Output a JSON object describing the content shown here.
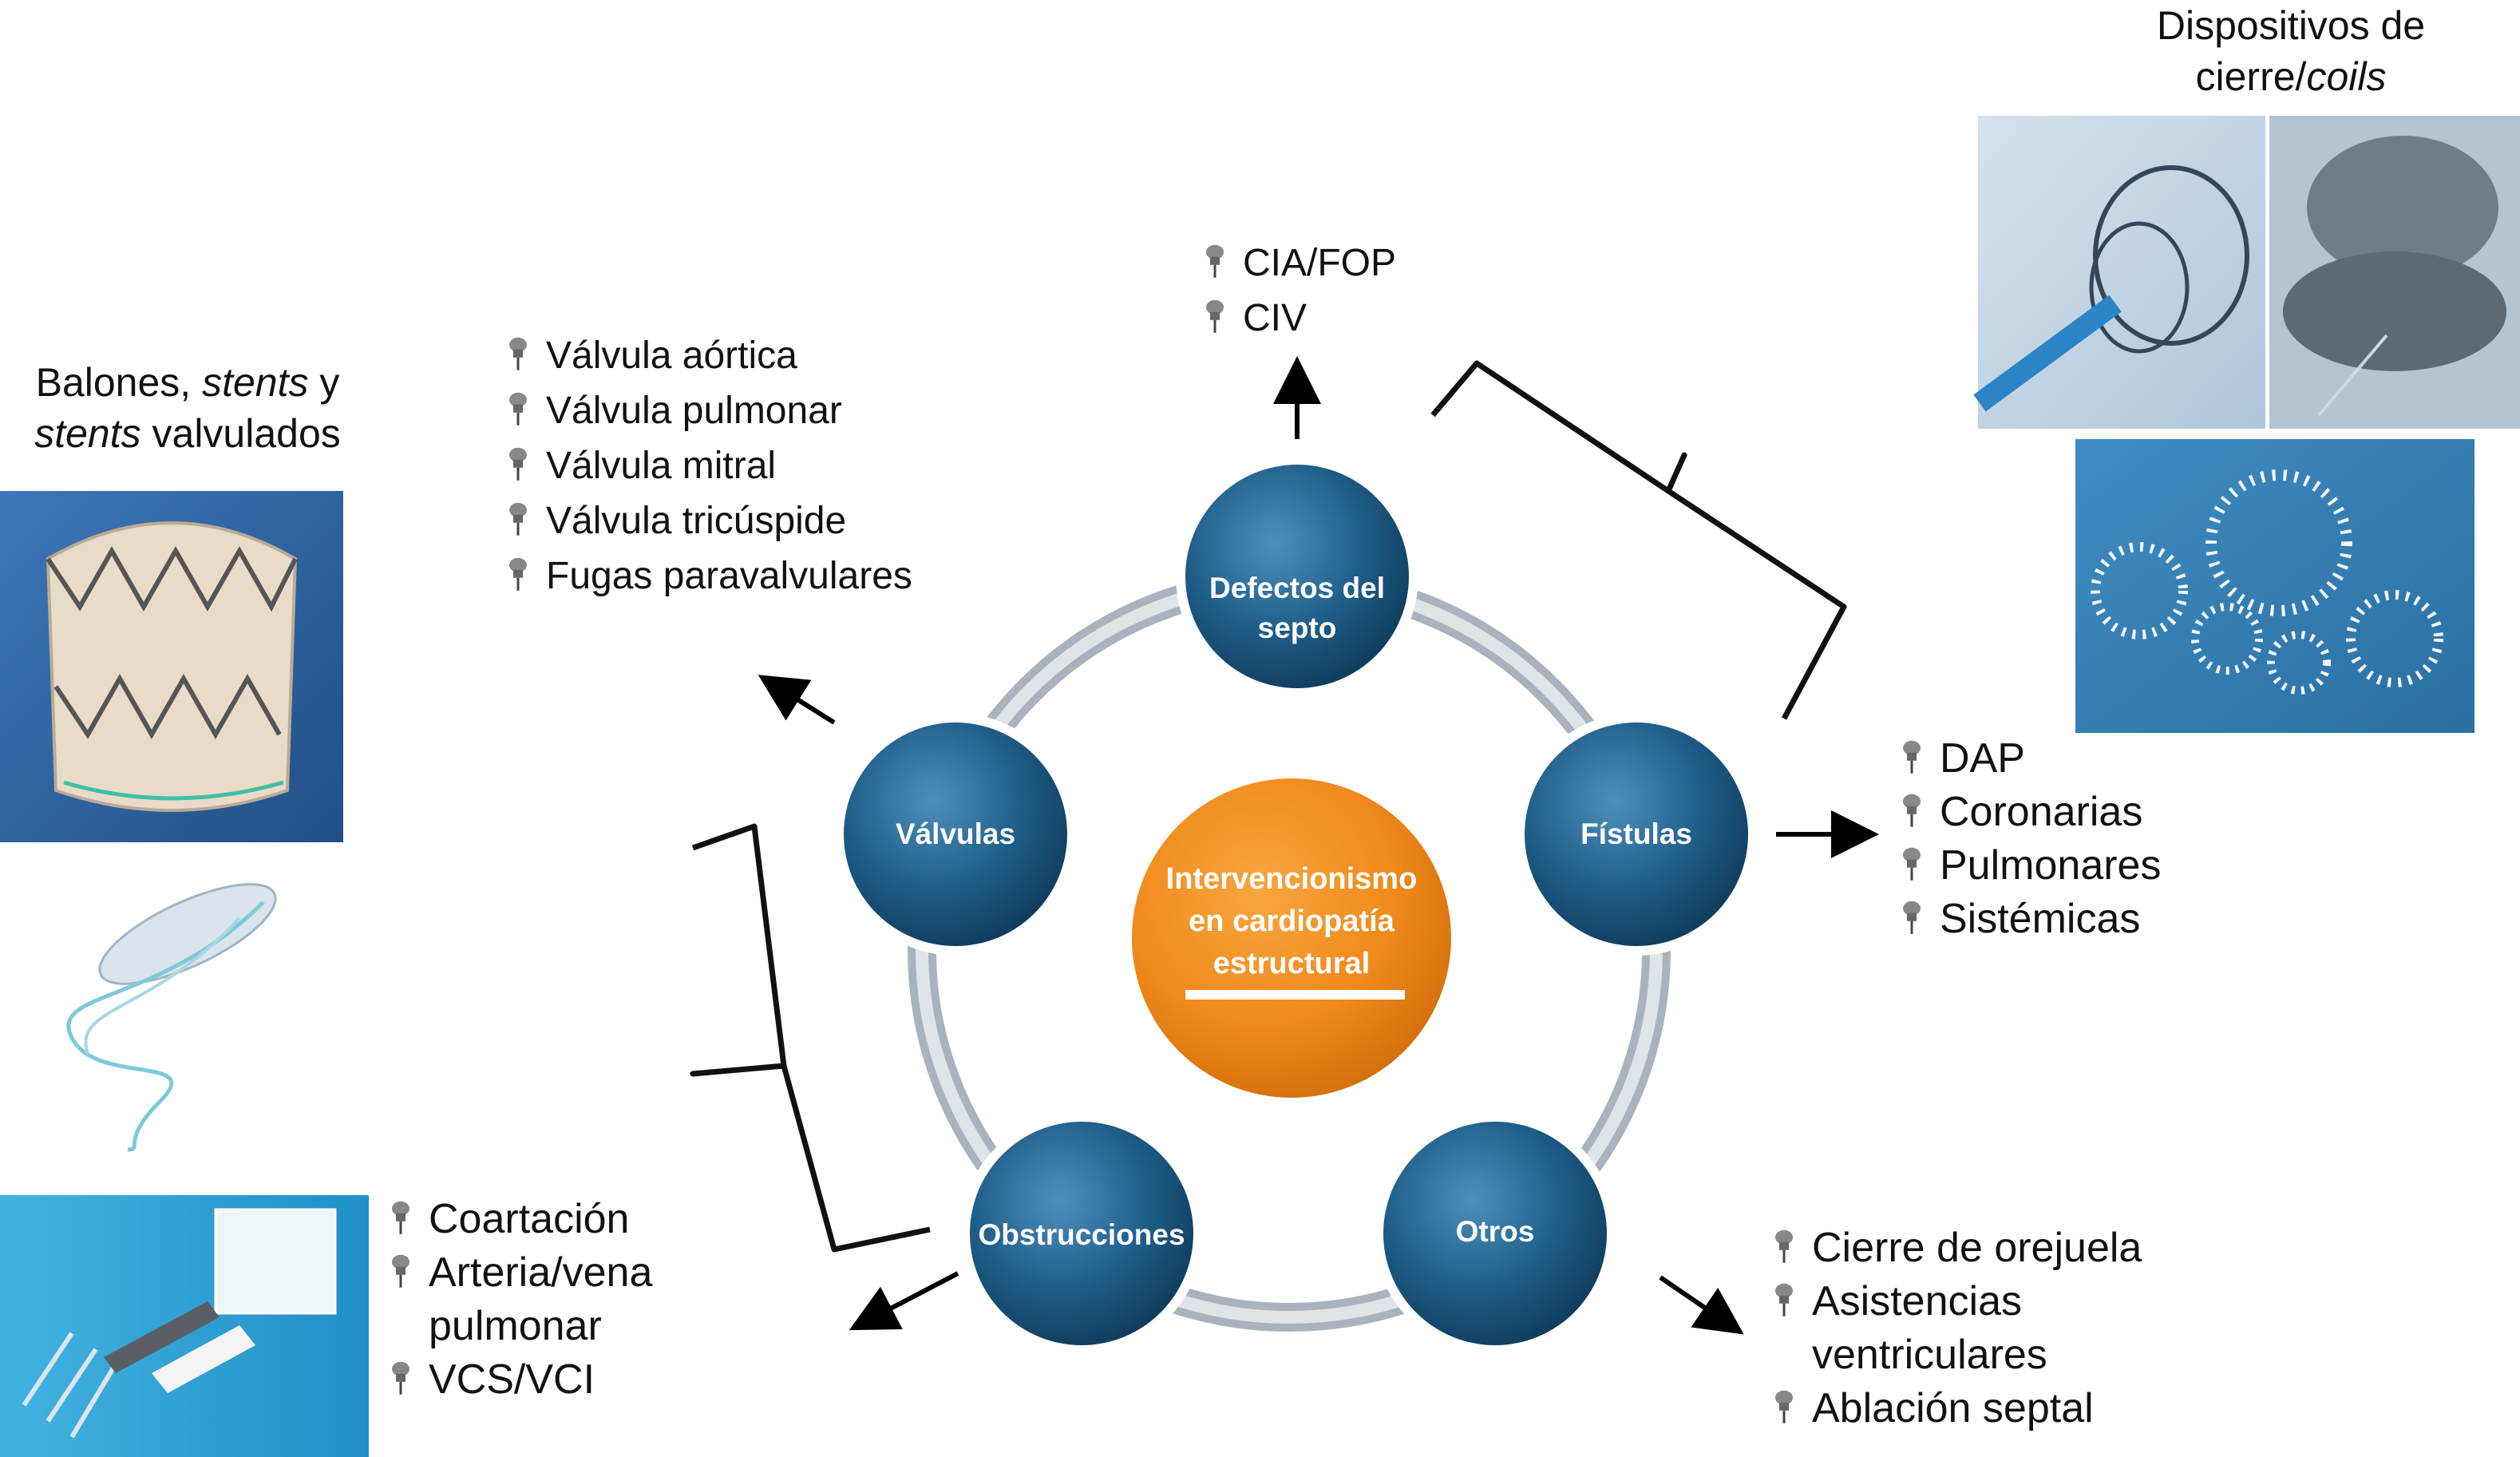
{
  "center": {
    "line1": "Intervencionismo",
    "line2": "en cardiopatía",
    "line3": "estructural"
  },
  "nodes": {
    "defectos": {
      "line1": "Defectos del",
      "line2": "septo"
    },
    "valvulas": {
      "label": "Válvulas"
    },
    "fistulas": {
      "label": "Fístulas"
    },
    "obstrucciones": {
      "label": "Obstrucciones"
    },
    "otros": {
      "label": "Otros"
    }
  },
  "lists": {
    "defectos": [
      "CIA/FOP",
      "CIV"
    ],
    "valvulas": [
      "Válvula aórtica",
      "Válvula pulmonar",
      "Válvula mitral",
      "Válvula tricúspide",
      "Fugas paravalvulares"
    ],
    "fistulas": [
      "DAP",
      "Coronarias",
      "Pulmonares",
      "Sistémicas"
    ],
    "obstrucciones": {
      "item1": "Coartación",
      "item2_line1": "Arteria/vena",
      "item2_line2": "pulmonar",
      "item3": "VCS/VCI"
    },
    "otros": {
      "item1": "Cierre de orejuela",
      "item2_line1": "Asistencias",
      "item2_line2": "ventriculares",
      "item3": "Ablación septal"
    }
  },
  "captions": {
    "left": {
      "part1": "Balones, ",
      "part2": "stents",
      "part3": " y",
      "part4": "stents",
      "part5": " valvulados"
    },
    "right": {
      "line1": "Dispositivos de",
      "line2_part1": "cierre/",
      "line2_part2": "coils"
    }
  },
  "colors": {
    "node_blue": "#1f5f8a",
    "node_blue_dark": "#123f60",
    "center_orange": "#f08a1c",
    "ring_gray": "#b9c0c7",
    "text": "#111111"
  },
  "icons": [
    "pushpin-icon",
    "arrow-icon",
    "brace-icon"
  ]
}
